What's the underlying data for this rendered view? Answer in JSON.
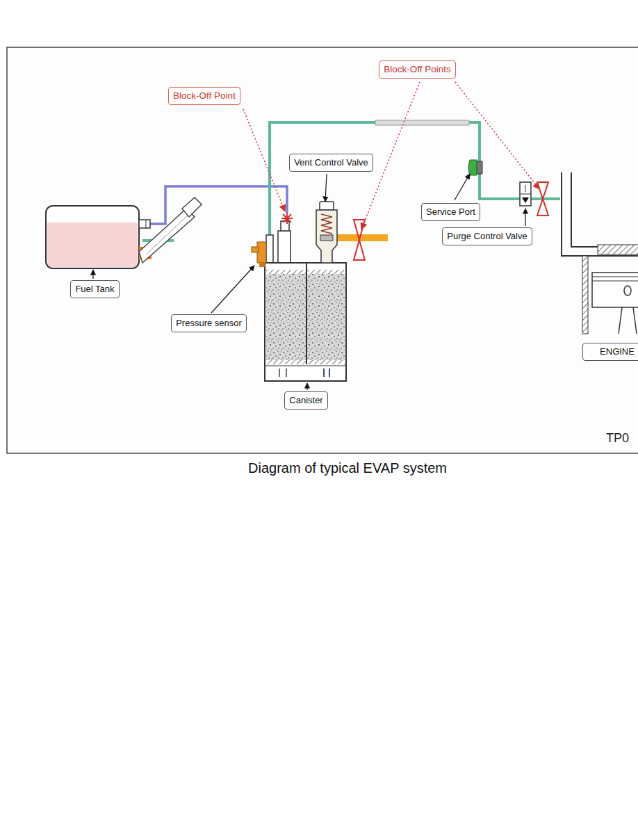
{
  "diagram": {
    "caption": "Diagram of typical EVAP system",
    "nodes": [
      {
        "text": [
          "Block-Off Points"
        ]
      },
      {
        "text": [
          "Block-Off Point"
        ]
      },
      {
        "text": [
          "Vent Control Valve"
        ]
      },
      {
        "text": [
          "Service Port"
        ]
      },
      {
        "text": [
          "Purge Control Valve"
        ]
      },
      {
        "text": [
          "Fuel Tank"
        ]
      },
      {
        "text": [
          "Pressure sensor"
        ]
      },
      {
        "text": [
          "ENGINE"
        ]
      },
      {
        "text": [
          "Canister"
        ]
      }
    ],
    "labels": [
      "TP0"
    ]
  }
}
